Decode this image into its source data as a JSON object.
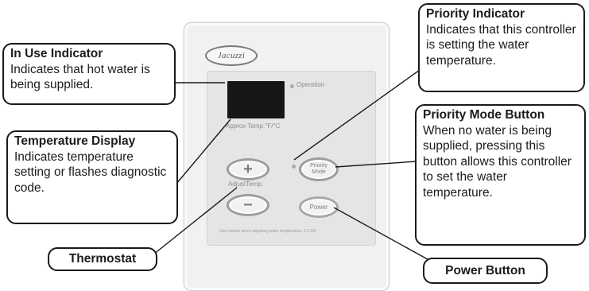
{
  "device": {
    "logo": "Jacuzzi",
    "operation_label": "Operation",
    "display_label": "Approx Temp.°F/°C",
    "adjust_label": "AdjustTemp.",
    "plus_symbol": "+",
    "minus_symbol": "−",
    "priority_button_line1": "Priority",
    "priority_button_line2": "Mode",
    "power_button": "Power",
    "caution_text": "Use caution when adjusting water temperature. J-C100"
  },
  "callouts": {
    "in_use": {
      "title": "In Use Indicator",
      "body": "Indicates that hot water is being supplied."
    },
    "temperature_display": {
      "title": "Temperature Display",
      "body": "Indicates temperature setting or flashes diagnostic code."
    },
    "thermostat": {
      "title": "Thermostat"
    },
    "priority_indicator": {
      "title": "Priority Indicator",
      "body": "Indicates that this controller is setting the water temperature."
    },
    "priority_mode_button": {
      "title": "Priority Mode Button",
      "body": "When no water is being supplied, pressing this button allows this controller to set the water temperature."
    },
    "power_button": {
      "title": "Power Button"
    }
  }
}
